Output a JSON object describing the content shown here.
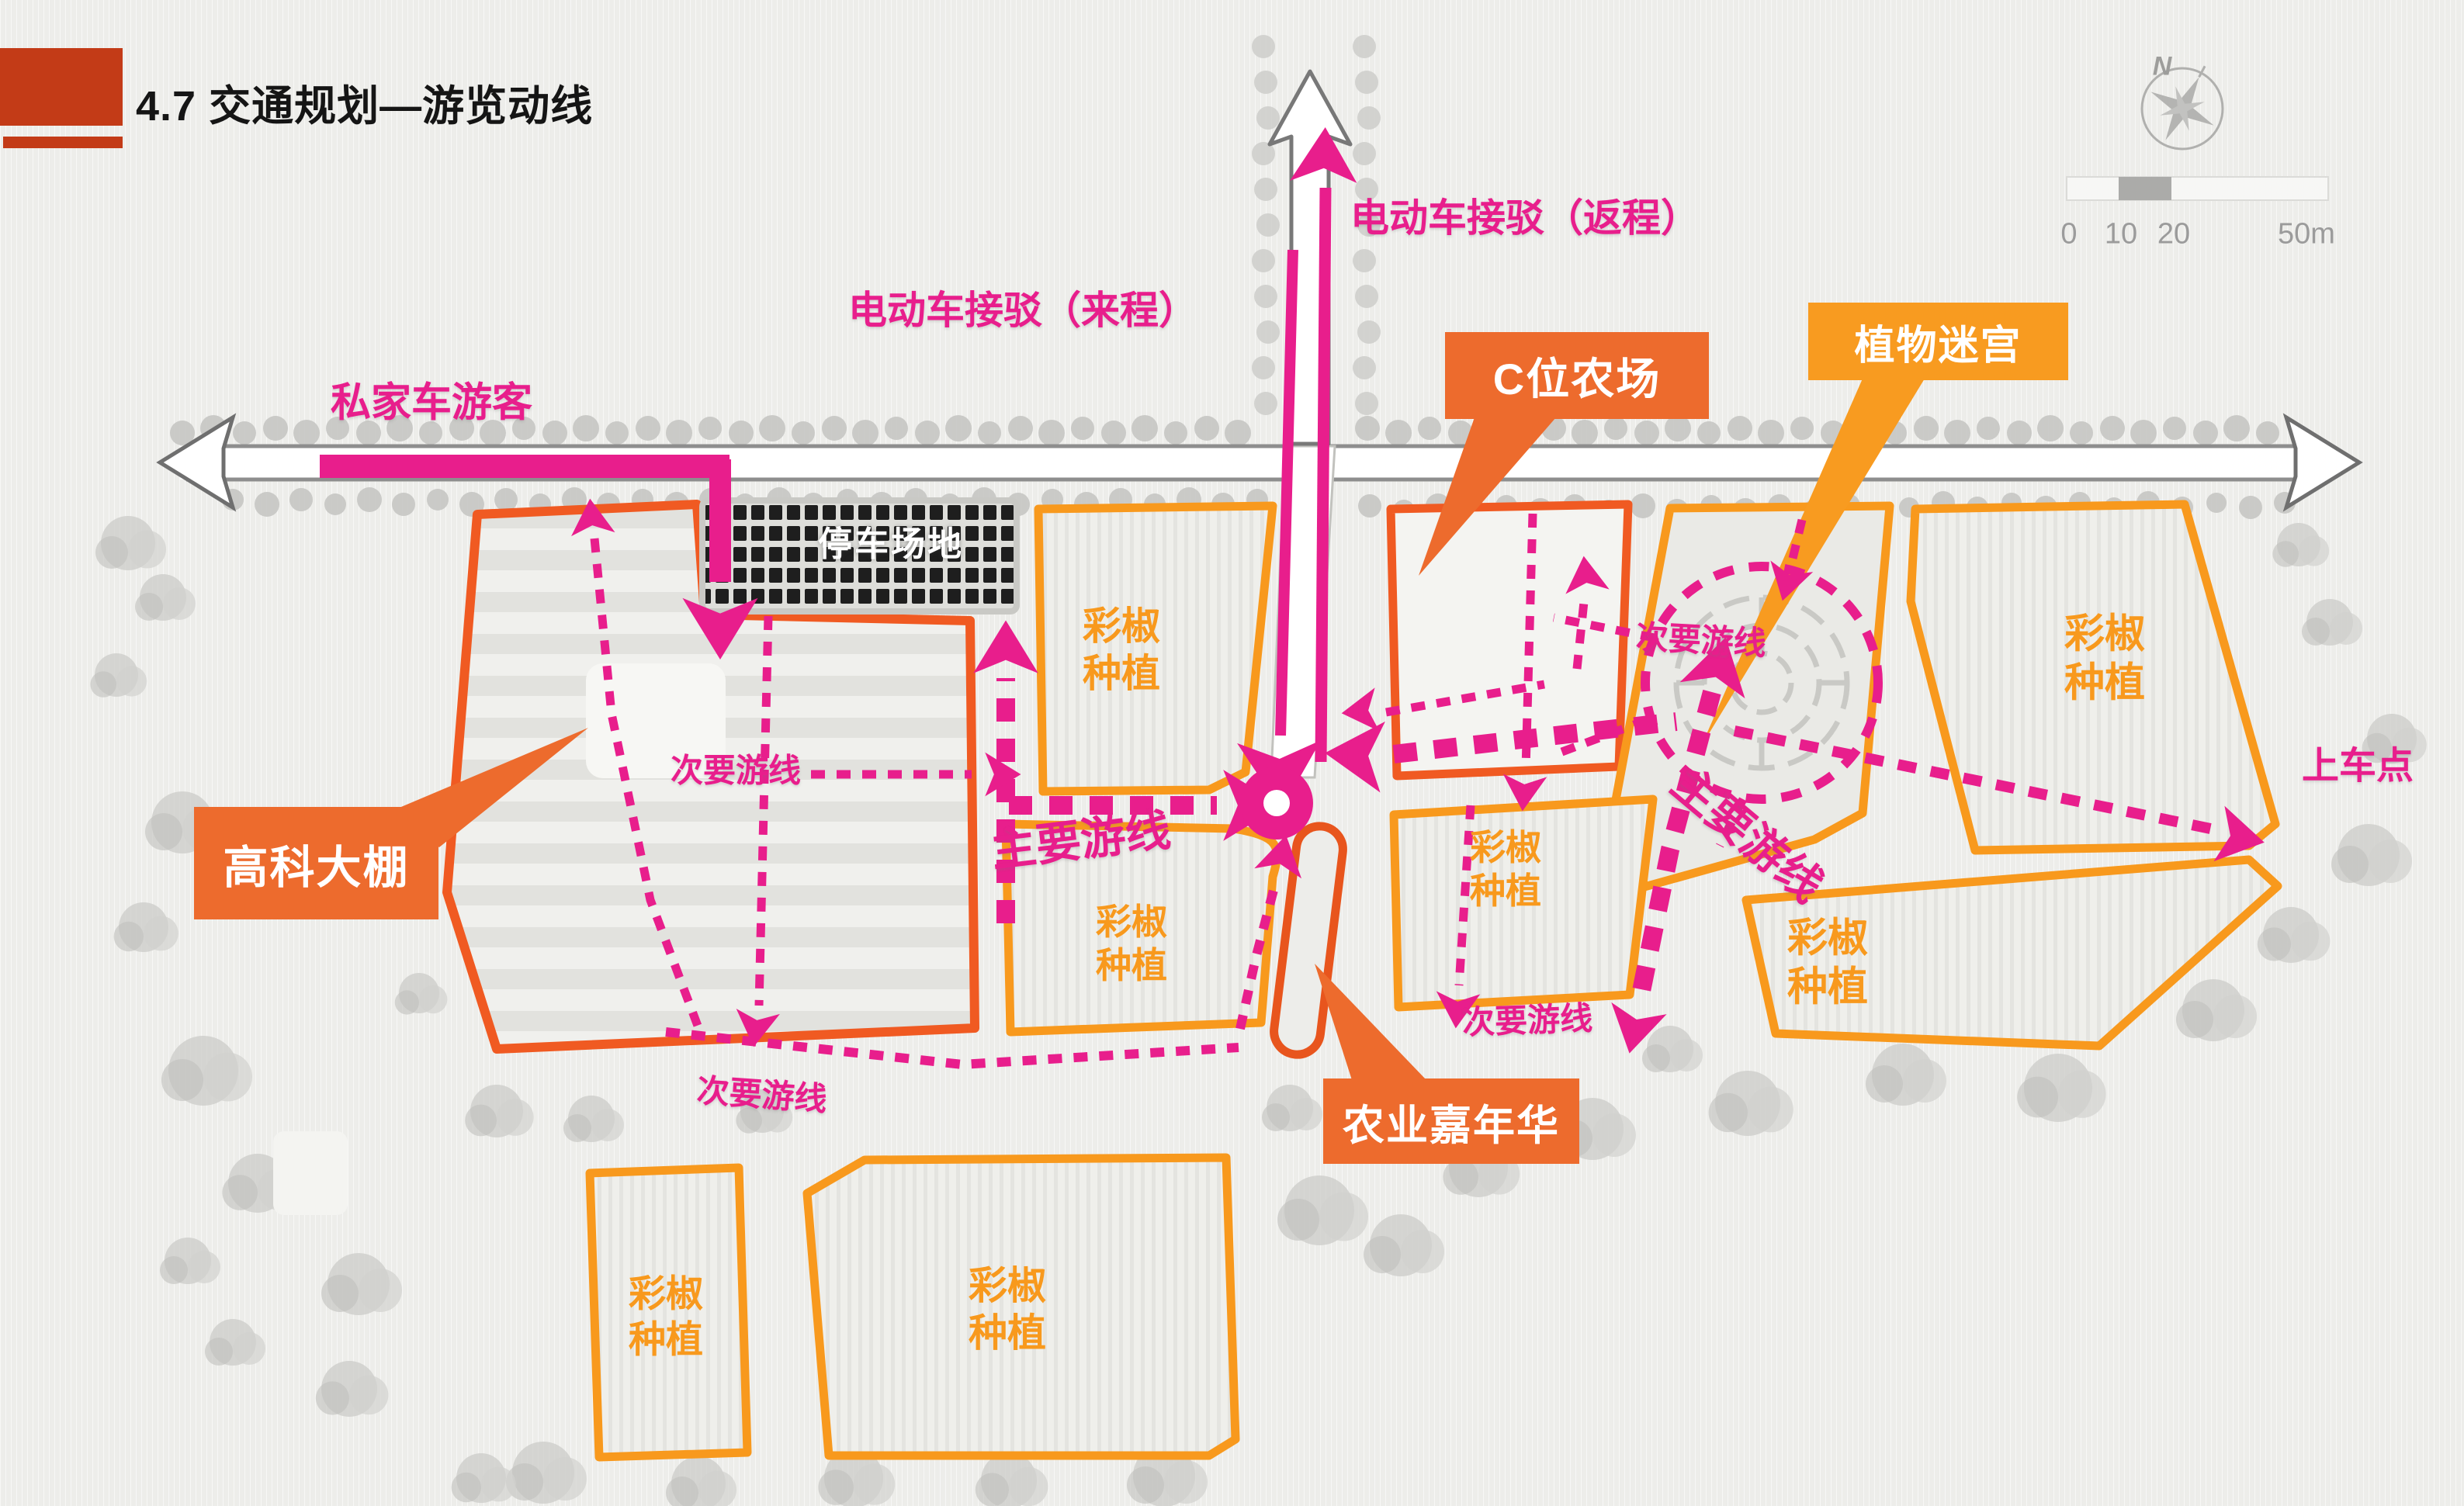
{
  "header": {
    "title": "4.7 交通规划—游览动线"
  },
  "compass": {
    "north": "N"
  },
  "scalebar": {
    "ticks": [
      "0",
      "10",
      "20",
      "50m"
    ]
  },
  "routes": {
    "primary": "主要游线",
    "secondary": "次要游线"
  },
  "flows": {
    "shuttle_return": "电动车接驳（返程）",
    "shuttle_arrival": "电动车接驳（来程）",
    "private_car": "私家车游客",
    "boarding_point": "上车点",
    "parking": "停车场地"
  },
  "callouts": {
    "c_farm": "C位农场",
    "plant_maze": "植物迷宫",
    "hi_tech_greenhouse": "高科大棚",
    "agri_carnival": "农业嘉年华"
  },
  "parcels": {
    "crop_line1": "彩椒",
    "crop_line2": "种植"
  },
  "colors": {
    "route_pink": "#E81E8C",
    "parcel_orange": "#F8991D",
    "deep_orange": "#F05A22",
    "callout_orange": "#ED6B2D",
    "maze_callout_orange": "#F89B20",
    "title_red": "#C33B17"
  }
}
